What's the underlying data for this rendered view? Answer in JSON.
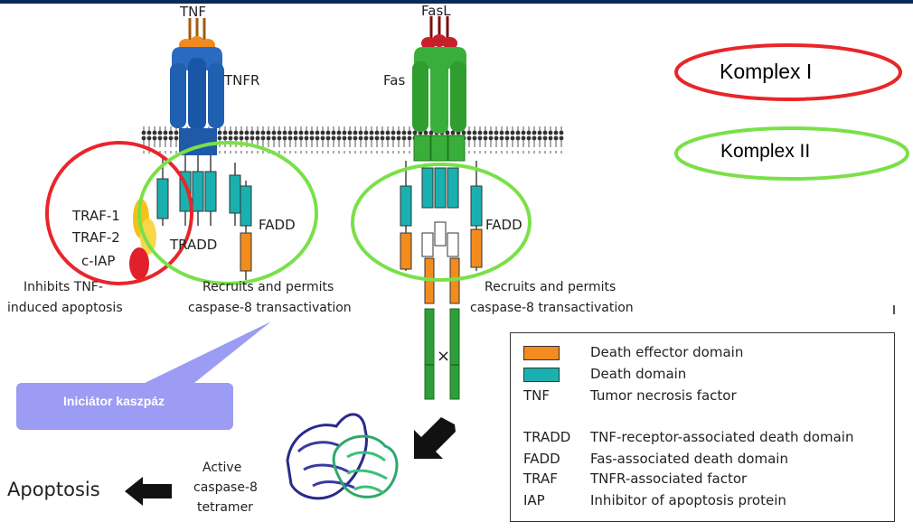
{
  "labels": {
    "tnf": "TNF",
    "tnfr": "TNFR",
    "fasl": "FasL",
    "fas": "Fas",
    "traf1": "TRAF-1",
    "traf2": "TRAF-2",
    "ciap": "c-IAP",
    "tradd": "TRADD",
    "fadd_left": "FADD",
    "fadd_right": "FADD",
    "inhibits_line1": "Inhibits TNF-",
    "inhibits_line2": "induced apoptosis",
    "recruits_left_line1": "Recruits and permits",
    "recruits_left_line2": "caspase-8 transactivation",
    "recruits_right_line1": "Recruits and permits",
    "recruits_right_line2": "caspase-8 transactivation",
    "cross_mark": "×",
    "active_line1": "Active",
    "active_line2": "caspase-8",
    "active_line3": "tetramer",
    "apoptosis": "Apoptosis"
  },
  "komplex": {
    "one": "Komplex I",
    "two": "Komplex II"
  },
  "callout": {
    "text": "Iniciátor  kaszpáz"
  },
  "legend": {
    "items": [
      {
        "key": "",
        "swatch": "#f28c1e",
        "text": "Death effector domain"
      },
      {
        "key": "",
        "swatch": "#1ab0b0",
        "text": "Death domain"
      },
      {
        "key": "TNF",
        "text": "Tumor necrosis factor"
      },
      {
        "key": "TRADD",
        "text": "TNF-receptor-associated death domain"
      },
      {
        "key": "FADD",
        "text": "Fas-associated death domain"
      },
      {
        "key": "TRAF",
        "text": "TNFR-associated factor"
      },
      {
        "key": "IAP",
        "text": "Inhibitor of apoptosis protein"
      }
    ]
  },
  "colors": {
    "tnfr_blue": "#2060b0",
    "tnf_orange": "#f08a20",
    "fas_green": "#3aae3a",
    "fasl_red": "#c8202a",
    "death_domain": "#1ab0b0",
    "death_effector": "#f28c1e",
    "traf_yellow": "#f2c21a",
    "ciap_red": "#e0202a",
    "komplex_one_ring": "#e8262a",
    "komplex_two_ring": "#7ae04a",
    "callout_bg": "#9c9cf4"
  }
}
